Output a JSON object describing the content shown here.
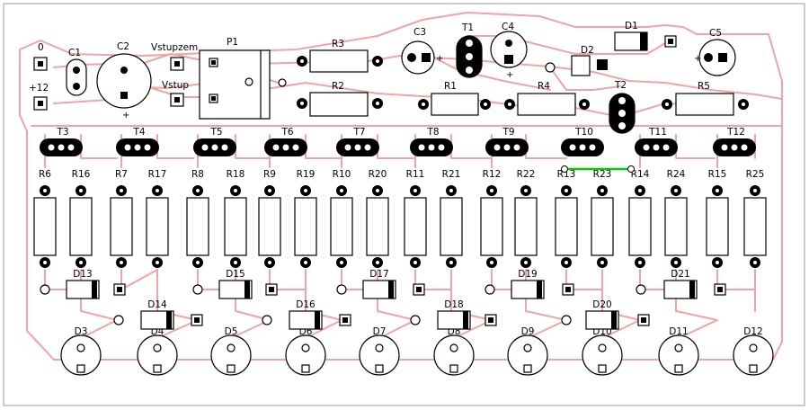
{
  "colors": {
    "background": "#ffffff",
    "trace": "#f2a3a3",
    "outline": "#000000",
    "jumper": "#00cc00",
    "frame": "#9a9a9a"
  },
  "labels": {
    "zero": "0",
    "plus12": "+12",
    "C1": "C1",
    "C2": "C2",
    "vstupzem": "Vstupzem",
    "vstup": "Vstup",
    "P1": "P1",
    "R3": "R3",
    "R2": "R2",
    "C3": "C3",
    "T1": "T1",
    "C4": "C4",
    "R1": "R1",
    "R4": "R4",
    "D1": "D1",
    "D2": "D2",
    "T2": "T2",
    "C5": "C5",
    "R5": "R5",
    "plus": "+"
  },
  "stages": [
    {
      "t": "T3",
      "r1": "R6",
      "r2": "R16",
      "d": "D3"
    },
    {
      "t": "T4",
      "r1": "R7",
      "r2": "R17",
      "d": "D4"
    },
    {
      "t": "T5",
      "r1": "R8",
      "r2": "R18",
      "d": "D5"
    },
    {
      "t": "T6",
      "r1": "R9",
      "r2": "R19",
      "d": "D6"
    },
    {
      "t": "T7",
      "r1": "R10",
      "r2": "R20",
      "d": "D7"
    },
    {
      "t": "T8",
      "r1": "R11",
      "r2": "R21",
      "d": "D8"
    },
    {
      "t": "T9",
      "r1": "R12",
      "r2": "R22",
      "d": "D9"
    },
    {
      "t": "T10",
      "r1": "R13",
      "r2": "R23",
      "d": "D10"
    },
    {
      "t": "T11",
      "r1": "R14",
      "r2": "R24",
      "d": "D11"
    },
    {
      "t": "T12",
      "r1": "R15",
      "r2": "R25",
      "d": "D12"
    }
  ],
  "small_diodes": [
    "D13",
    "D14",
    "D15",
    "D16",
    "D17",
    "D18",
    "D19",
    "D20",
    "D21"
  ]
}
